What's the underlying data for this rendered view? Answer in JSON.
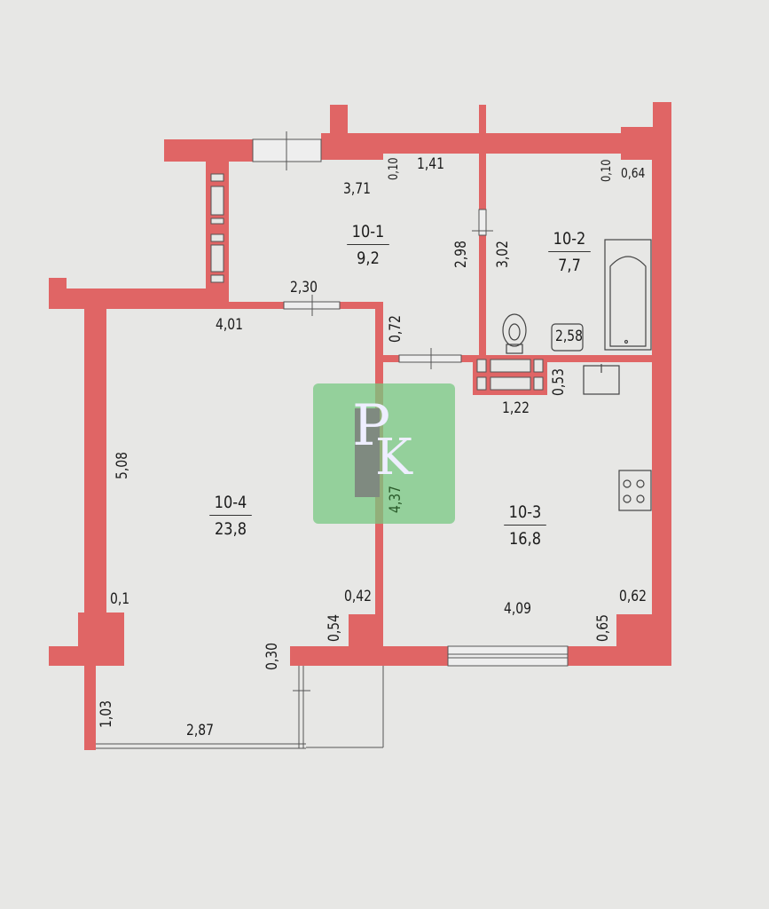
{
  "colors": {
    "wall": "#e06565",
    "background": "#e7e7e5",
    "watermark": "#78c882"
  },
  "rooms": [
    {
      "id": "10-1",
      "area": "9,2"
    },
    {
      "id": "10-2",
      "area": "7,7"
    },
    {
      "id": "10-3",
      "area": "16,8"
    },
    {
      "id": "10-4",
      "area": "23,8"
    }
  ],
  "dimensions": {
    "d_3_71": "3,71",
    "d_0_10_a": "0,10",
    "d_1_41": "1,41",
    "d_0_10_b": "0,10",
    "d_0_64": "0,64",
    "d_2_98": "2,98",
    "d_3_02": "3,02",
    "d_2_30": "2,30",
    "d_4_01": "4,01",
    "d_0_72": "0,72",
    "d_2_58": "2,58",
    "d_0_53": "0,53",
    "d_1_22": "1,22",
    "d_5_08": "5,08",
    "d_4_37": "4,37",
    "d_0_1": "0,1",
    "d_0_42": "0,42",
    "d_0_54": "0,54",
    "d_0_30": "0,30",
    "d_4_09": "4,09",
    "d_0_62": "0,62",
    "d_0_65": "0,65",
    "d_1_03": "1,03",
    "d_2_87": "2,87"
  },
  "watermark": {
    "logo_text": "РК"
  }
}
